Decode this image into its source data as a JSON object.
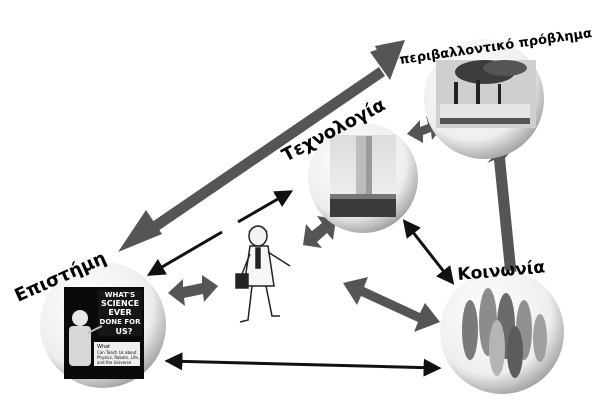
{
  "nodes": {
    "science": {
      "label": "Επιστήμη"
    },
    "technology": {
      "label": "Τεχνολογία"
    },
    "society": {
      "label": "Κοινωνία"
    },
    "environment": {
      "label": "περιβαλλοντικό πρόβλημα"
    }
  },
  "book": {
    "title_line1": "WHAT'S",
    "title_line2": "SCIENCE",
    "title_line3": "EVER",
    "title_line4": "DONE FOR",
    "title_line5": "US?",
    "subtitle_line1": "What",
    "subtitle_line2": "Can Teach Us about",
    "subtitle_line3": "Physics, Robots, Life,",
    "subtitle_line4": "and the Universe"
  },
  "colors": {
    "arrow_dark": "#555555",
    "arrow_black": "#111111",
    "circle_fill": "#f2f2f2"
  }
}
